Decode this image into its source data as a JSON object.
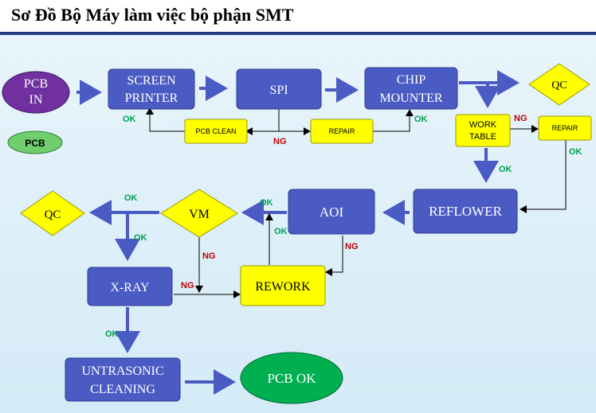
{
  "title": "Sơ Đồ Bộ Máy làm việc bộ phận SMT",
  "colors": {
    "blue_box": "#4a5bc4",
    "yellow_box": "#ffff00",
    "purple_node": "#7030a0",
    "green_node": "#00b050",
    "ok_label": "#00a050",
    "ng_label": "#c00000",
    "arrow": "#4a5bc4"
  },
  "nodes": {
    "pcb_in": "PCB IN",
    "pcb_in_l1": "PCB",
    "pcb_in_l2": "IN",
    "pcb_legend": "PCB",
    "screen_printer_l1": "SCREEN",
    "screen_printer_l2": "PRINTER",
    "spi": "SPI",
    "chip_mounter_l1": "CHIP",
    "chip_mounter_l2": "MOUNTER",
    "qc_top": "QC",
    "pcb_clean": "PCB CLEAN",
    "repair_mid": "REPAIR",
    "work_table_l1": "WORK",
    "work_table_l2": "TABLE",
    "repair_right": "REPAIR",
    "reflower": "REFLOWER",
    "aoi": "AOI",
    "vm": "VM",
    "qc_left": "QC",
    "xray": "X-RAY",
    "rework": "REWORK",
    "ultrasonic_l1": "UNTRASONIC",
    "ultrasonic_l2": "CLEANING",
    "pcb_ok": "PCB OK"
  },
  "labels": {
    "ok": "OK",
    "ng": "NG"
  }
}
